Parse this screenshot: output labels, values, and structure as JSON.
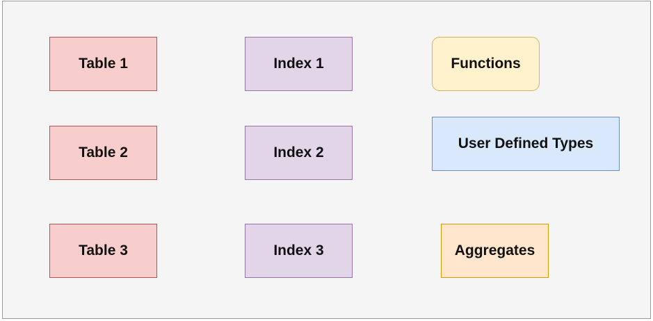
{
  "diagram": {
    "tables": [
      {
        "label": "Table 1"
      },
      {
        "label": "Table 2"
      },
      {
        "label": "Table 3"
      }
    ],
    "indexes": [
      {
        "label": "Index 1"
      },
      {
        "label": "Index 2"
      },
      {
        "label": "Index 3"
      }
    ],
    "functions": {
      "label": "Functions"
    },
    "user_defined_types": {
      "label": "User Defined Types"
    },
    "aggregates": {
      "label": "Aggregates"
    }
  },
  "colors": {
    "table_fill": "#f8cecc",
    "table_stroke": "#b85450",
    "index_fill": "#e1d5e7",
    "index_stroke": "#9673a6",
    "functions_fill": "#fff2cc",
    "functions_stroke": "#d6b656",
    "udt_fill": "#dae8fc",
    "udt_stroke": "#6c8ebf",
    "aggregates_fill": "#ffe6cc",
    "aggregates_stroke": "#d79b00",
    "background": "#f5f5f5"
  }
}
